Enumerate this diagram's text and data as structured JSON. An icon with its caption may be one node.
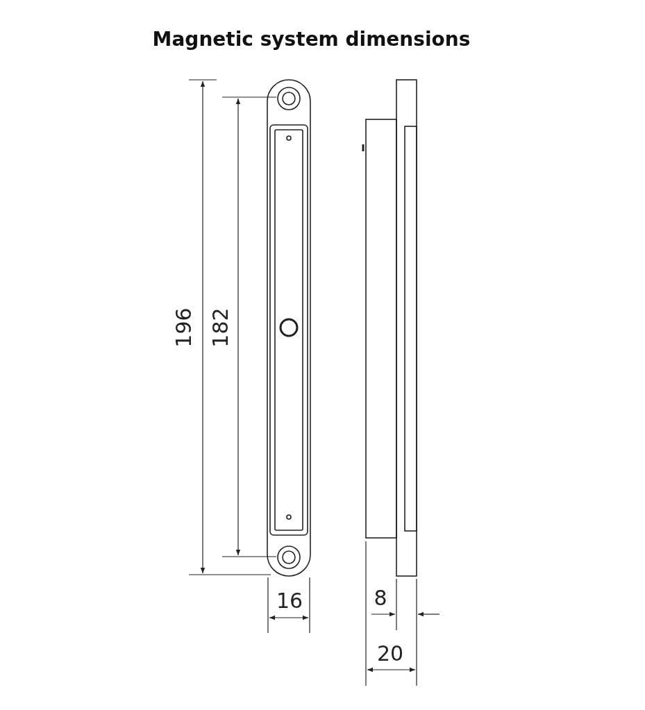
{
  "diagram": {
    "title": "Magnetic system dimensions",
    "labels": [
      "196",
      "182",
      "16",
      "8",
      "20"
    ]
  }
}
